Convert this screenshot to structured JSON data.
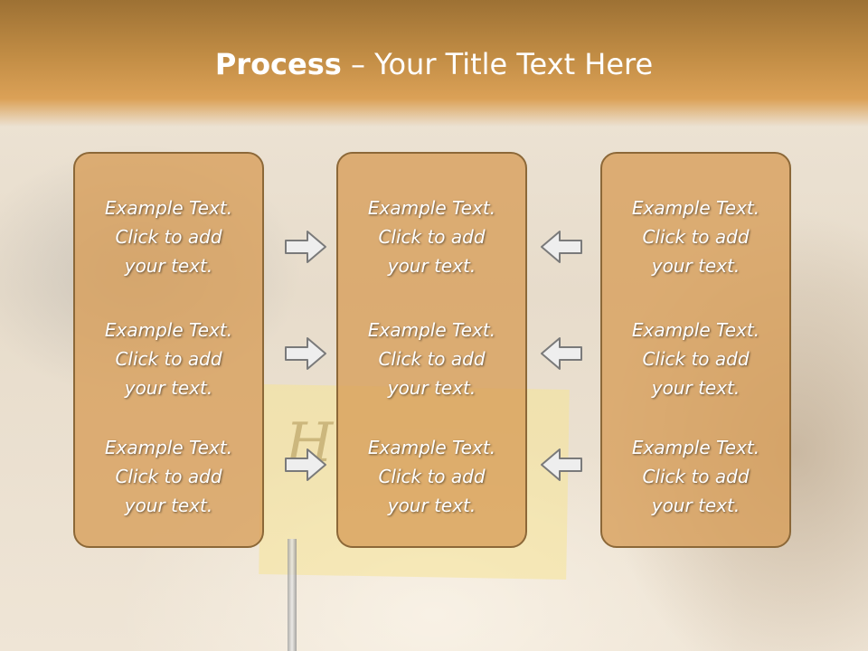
{
  "title": {
    "bold": "Process",
    "rest": " – Your Title Text Here"
  },
  "colors": {
    "header": "#c28d45",
    "panel_fill": "#d79d58",
    "panel_border": "#8c6838",
    "arrow_fill": "#eeeeee",
    "arrow_stroke": "#7a7a7a"
  },
  "columns": [
    {
      "blocks": [
        {
          "line1": "Example Text.",
          "line2": "Click  to add",
          "line3": "your text."
        },
        {
          "line1": "Example Text.",
          "line2": "Click  to add",
          "line3": "your text."
        },
        {
          "line1": "Example Text.",
          "line2": "Click  to add",
          "line3": "your text."
        }
      ]
    },
    {
      "blocks": [
        {
          "line1": "Example Text.",
          "line2": "Click  to add",
          "line3": "your text."
        },
        {
          "line1": "Example Text.",
          "line2": "Click  to add",
          "line3": "your text."
        },
        {
          "line1": "Example Text.",
          "line2": "Click  to add",
          "line3": "your text."
        }
      ]
    },
    {
      "blocks": [
        {
          "line1": "Example Text.",
          "line2": "Click  to add",
          "line3": "your text."
        },
        {
          "line1": "Example Text.",
          "line2": "Click  to add",
          "line3": "your text."
        },
        {
          "line1": "Example Text.",
          "line2": "Click  to add",
          "line3": "your text."
        }
      ]
    }
  ],
  "arrows": {
    "left_group": "right-arrow-icon",
    "right_group": "left-arrow-icon"
  }
}
